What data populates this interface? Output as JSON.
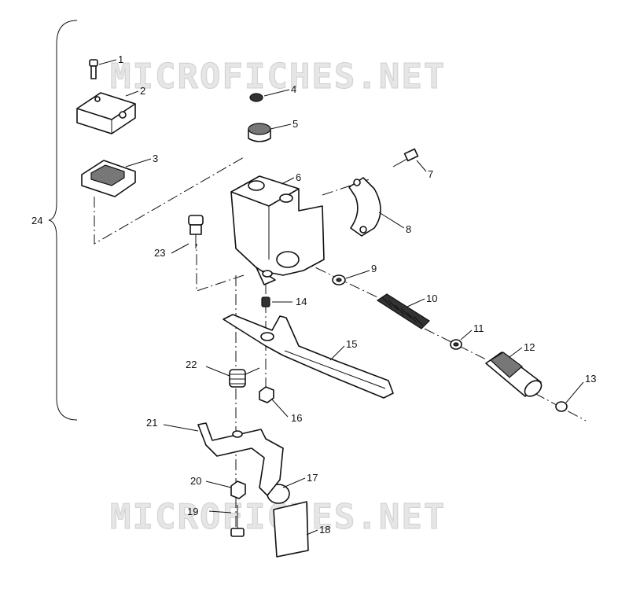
{
  "watermarks": [
    "MICROFICHES.NET",
    "MICROFICHES.NET"
  ],
  "callouts": [
    "1",
    "2",
    "3",
    "4",
    "5",
    "6",
    "7",
    "8",
    "9",
    "10",
    "11",
    "12",
    "13",
    "14",
    "15",
    "16",
    "17",
    "18",
    "19",
    "20",
    "21",
    "22",
    "23",
    "24"
  ]
}
